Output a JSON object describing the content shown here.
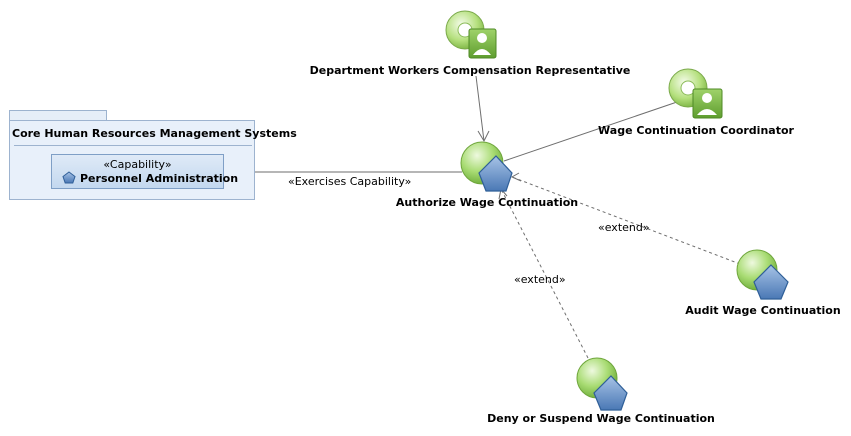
{
  "package": {
    "title": "Core Human Resources Management Systems",
    "capability": {
      "stereotype": "«Capability»",
      "name": "Personnel Administration"
    }
  },
  "actors": {
    "dept_rep": "Department Workers Compensation Representative",
    "coordinator": "Wage Continuation Coordinator"
  },
  "use_cases": {
    "authorize": "Authorize Wage Continuation",
    "audit": "Audit Wage Continuation",
    "deny": "Deny or Suspend Wage Continuation"
  },
  "connectors": {
    "exercises": "«Exercises Capability»",
    "extend_audit": "«extend»",
    "extend_deny": "«extend»"
  },
  "colors": {
    "line": "#6e6e6e",
    "use_case_green": "#9bd36a",
    "pentagon_blue": "#5b8ac4",
    "actor_green": "#8cc63f"
  }
}
